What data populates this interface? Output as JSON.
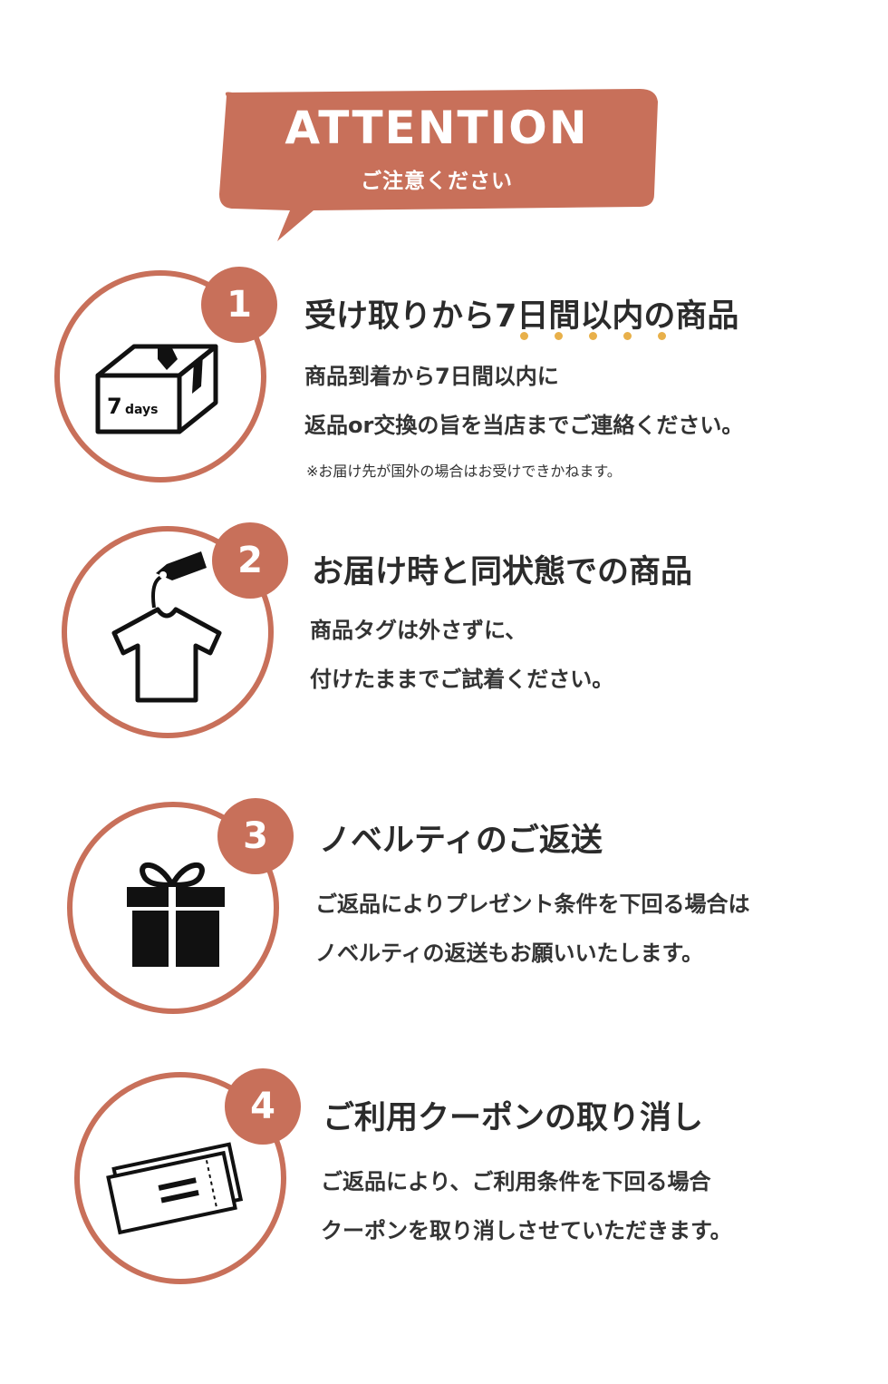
{
  "header": {
    "title": "ATTENTION",
    "subtitle": "ご注意ください",
    "accent_color": "#c8705a"
  },
  "items": [
    {
      "number": "1",
      "icon": "box-7days-icon",
      "icon_label": "7 days",
      "title": "受け取りから7日間以内の商品",
      "body": [
        "商品到着から7日間以内に",
        "返品or交換の旨を当店までご連絡ください。"
      ],
      "note": "※お届け先が国外の場合はお受けできかねます。"
    },
    {
      "number": "2",
      "icon": "tshirt-tag-icon",
      "title": "お届け時と同状態での商品",
      "body": [
        "商品タグは外さずに、",
        "付けたままでご試着ください。"
      ]
    },
    {
      "number": "3",
      "icon": "gift-box-icon",
      "title": "ノベルティのご返送",
      "body": [
        "ご返品によりプレゼント条件を下回る場合は",
        "ノベルティの返送もお願いいたします。"
      ]
    },
    {
      "number": "4",
      "icon": "coupon-ticket-icon",
      "title": "ご利用クーポンの取り消し",
      "body": [
        "ご返品により、ご利用条件を下回る場合",
        "クーポンを取り消しさせていただきます。"
      ]
    }
  ]
}
